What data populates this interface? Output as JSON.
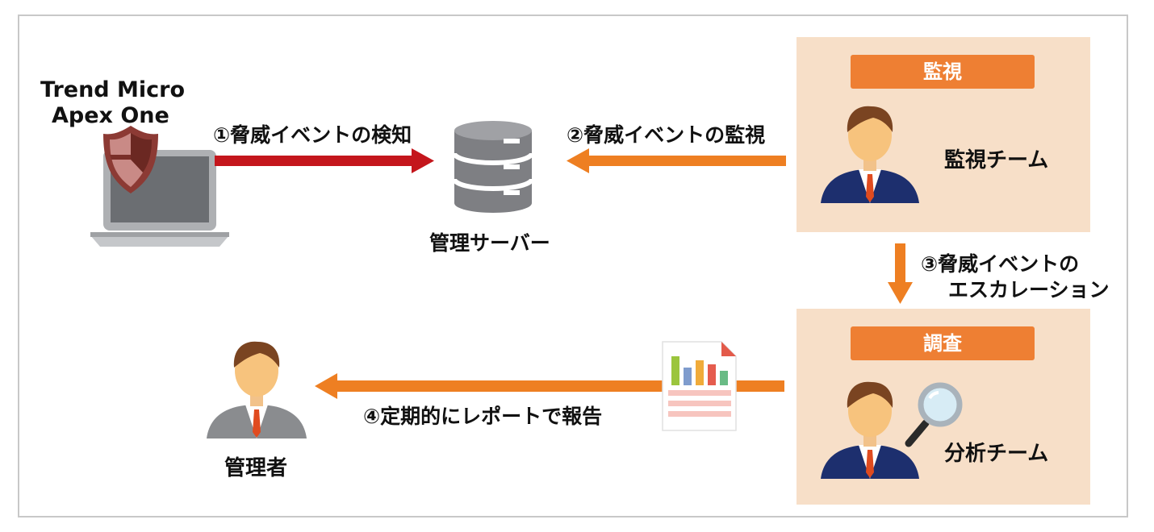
{
  "device": {
    "label_line1": "Trend Micro",
    "label_line2": "Apex One"
  },
  "server": {
    "label": "管理サーバー"
  },
  "steps": {
    "detect": "①脅威イベントの検知",
    "monitor": "②脅威イベントの監視",
    "escalate_line1": "③脅威イベントの",
    "escalate_line2": "エスカレーション",
    "report": "④定期的にレポートで報告"
  },
  "monitor_panel": {
    "badge": "監視",
    "team": "監視チーム"
  },
  "investigate_panel": {
    "badge": "調査",
    "team": "分析チーム"
  },
  "admin": {
    "label": "管理者"
  },
  "colors": {
    "red_arrow": "#c4161c",
    "orange_arrow": "#ee7f22",
    "panel_bg": "#f7dfc8",
    "badge_bg": "#ee7f33"
  }
}
